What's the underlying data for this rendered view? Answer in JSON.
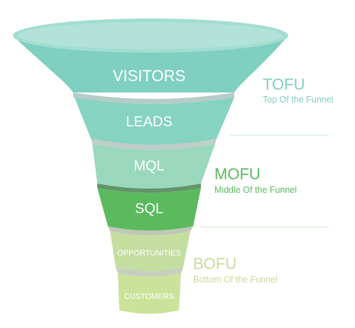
{
  "stages": [
    {
      "label": "VISITORS",
      "color": "#7fd0c0"
    },
    {
      "label": "LEADS",
      "color": "#86d3c2"
    },
    {
      "label": "MQL",
      "color": "#9ad8bd"
    },
    {
      "label": "SQL",
      "color": "#5bb95e"
    },
    {
      "label": "OPPORTUNITIES",
      "color": "#c4deA0"
    },
    {
      "label": "CUSTOMERS",
      "color": "#cbe29a"
    }
  ],
  "zones": [
    {
      "title": "TOFU",
      "subtitle": "Top Of the Funnel",
      "color": "#7fd0c0"
    },
    {
      "title": "MOFU",
      "subtitle": "Middle Of the Funnel",
      "color": "#5bb95e"
    },
    {
      "title": "BOFU",
      "subtitle": "Bottom Of the Funnel",
      "color": "#c8dc98"
    }
  ]
}
